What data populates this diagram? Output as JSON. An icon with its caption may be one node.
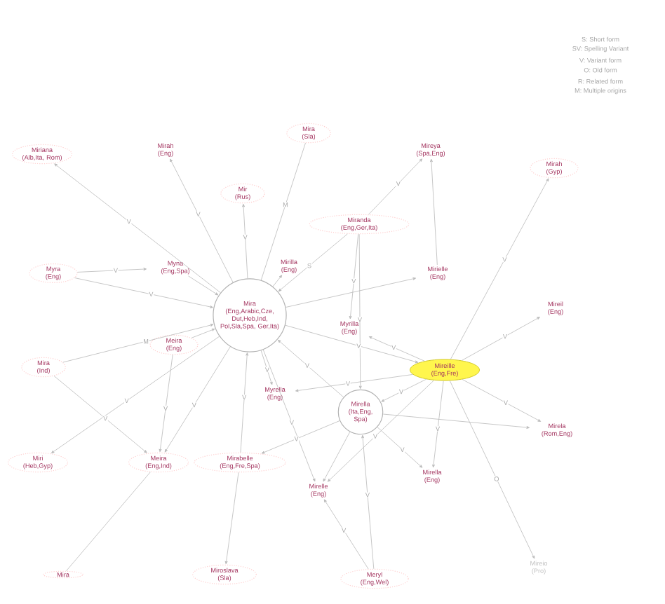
{
  "diagram": {
    "nodes": [
      {
        "text": [
          "Miriana",
          "(Alb,Ita, Rom)"
        ]
      },
      {
        "text": [
          "Mirah",
          "(Eng)"
        ]
      },
      {
        "text": [
          "Mira",
          "(Sla)"
        ]
      },
      {
        "text": [
          "Mir",
          "(Rus)"
        ]
      },
      {
        "text": [
          "Mireya",
          "(Spa,Eng)"
        ]
      },
      {
        "text": [
          "Mirah",
          "(Gyp)"
        ]
      },
      {
        "text": [
          "Miranda",
          "(Eng,Ger,Ita)"
        ]
      },
      {
        "text": [
          "Myra",
          "(Eng)"
        ]
      },
      {
        "text": [
          "Myna",
          "(Eng,Spa)"
        ]
      },
      {
        "text": [
          "Mirilla",
          "(Eng)"
        ]
      },
      {
        "text": [
          "Mirielle",
          "(Eng)"
        ]
      },
      {
        "text": [
          "Mira",
          "(Eng,Arabic,Cze, Dut,Heb,Ind, Pol,Sla,Spa, Ger,Ita)"
        ]
      },
      {
        "text": [
          "Mireil",
          "(Eng)"
        ]
      },
      {
        "text": [
          "Myrilla",
          "(Eng)"
        ]
      },
      {
        "text": [
          "Mira",
          "(Ind)"
        ]
      },
      {
        "text": [
          "Meira",
          "(Eng)"
        ]
      },
      {
        "text": [
          "Myrella",
          "(Eng)"
        ]
      },
      {
        "text": [
          "Mireille",
          "(Eng,Fre)"
        ]
      },
      {
        "text": [
          "Mirella",
          "(Ita,Eng, Spa)"
        ]
      },
      {
        "text": [
          "Mirela",
          "(Rom,Eng)"
        ]
      },
      {
        "text": [
          "Miri",
          "(Heb,Gyp)"
        ]
      },
      {
        "text": [
          "Meira",
          "(Eng,Ind)"
        ]
      },
      {
        "text": [
          "Mirabelle",
          "(Eng,Fre,Spa)"
        ]
      },
      {
        "text": [
          "Mirella",
          "(Eng)"
        ]
      },
      {
        "text": [
          "Mirelle",
          "(Eng)"
        ]
      },
      {
        "text": [
          "Mira"
        ]
      },
      {
        "text": [
          "Miroslava",
          "(Sla)"
        ]
      },
      {
        "text": [
          "Meryl",
          "(Eng,Wel)"
        ]
      },
      {
        "text": [
          "Mireio",
          "(Pro)"
        ]
      }
    ],
    "edges": [
      {
        "from": 11,
        "to": 0,
        "arrow": "to",
        "label": "V"
      },
      {
        "from": 11,
        "to": 1,
        "arrow": "to",
        "label": "V"
      },
      {
        "from": 11,
        "to": 3,
        "arrow": "to",
        "label": "V"
      },
      {
        "from": 11,
        "to": 2,
        "arrow": "none",
        "label": "M"
      },
      {
        "from": 7,
        "to": 8,
        "arrow": "to",
        "label": "V"
      },
      {
        "from": 7,
        "to": 11,
        "arrow": "to",
        "label": "V"
      },
      {
        "from": 8,
        "to": 11,
        "arrow": "to"
      },
      {
        "from": 11,
        "to": 9,
        "arrow": "to"
      },
      {
        "from": 6,
        "to": 4,
        "arrow": "to",
        "label": "V"
      },
      {
        "from": 10,
        "to": 4,
        "arrow": "to"
      },
      {
        "from": 17,
        "to": 5,
        "arrow": "to",
        "label": "V"
      },
      {
        "from": 6,
        "to": 11,
        "arrow": "to",
        "label": "S"
      },
      {
        "from": 6,
        "to": 18,
        "arrow": "to",
        "label": "V"
      },
      {
        "from": 11,
        "to": 10,
        "arrow": "to"
      },
      {
        "from": 17,
        "to": 12,
        "arrow": "to",
        "label": "V"
      },
      {
        "from": 14,
        "to": 11,
        "arrow": "to",
        "label": "M"
      },
      {
        "from": 14,
        "to": 21,
        "arrow": "to",
        "label": "V"
      },
      {
        "from": 15,
        "to": 11,
        "arrow": "to"
      },
      {
        "from": 15,
        "to": 21,
        "arrow": "to",
        "label": "V"
      },
      {
        "from": 11,
        "to": 20,
        "arrow": "to",
        "label": "V"
      },
      {
        "from": 11,
        "to": 21,
        "arrow": "to",
        "label": "V"
      },
      {
        "from": 22,
        "to": 11,
        "arrow": "to",
        "label": "V"
      },
      {
        "from": 22,
        "to": 26,
        "arrow": "to"
      },
      {
        "from": 21,
        "to": 25,
        "arrow": "none"
      },
      {
        "from": 11,
        "to": 16,
        "arrow": "to",
        "label": "V"
      },
      {
        "from": 11,
        "to": 17,
        "arrow": "to",
        "label": "V"
      },
      {
        "from": 11,
        "to": 24,
        "arrow": "to",
        "label": "V"
      },
      {
        "from": 17,
        "to": 13,
        "arrow": "to",
        "label": "V"
      },
      {
        "from": 17,
        "to": 16,
        "arrow": "to",
        "label": "V"
      },
      {
        "from": 17,
        "to": 18,
        "arrow": "to",
        "label": "V"
      },
      {
        "from": 17,
        "to": 19,
        "arrow": "to",
        "label": "V"
      },
      {
        "from": 17,
        "to": 23,
        "arrow": "to",
        "label": "V"
      },
      {
        "from": 17,
        "to": 24,
        "arrow": "to",
        "label": "V"
      },
      {
        "from": 17,
        "to": 28,
        "arrow": "to",
        "label": "O"
      },
      {
        "from": 18,
        "to": 19,
        "arrow": "to"
      },
      {
        "from": 18,
        "to": 24,
        "arrow": "to"
      },
      {
        "from": 18,
        "to": 22,
        "arrow": "to",
        "label": "V"
      },
      {
        "from": 18,
        "to": 11,
        "arrow": "to",
        "label": "V"
      },
      {
        "from": 18,
        "to": 23,
        "arrow": "to",
        "label": "V"
      },
      {
        "from": 27,
        "to": 24,
        "arrow": "to",
        "label": "V"
      },
      {
        "from": 27,
        "to": 18,
        "arrow": "to",
        "label": "V"
      },
      {
        "from": 6,
        "to": 13,
        "arrow": "to",
        "label": "V"
      }
    ],
    "labels": [
      "S: Short form",
      "SV: Spelling Variant",
      "V: Variant form",
      "O: Old form",
      "R: Related form",
      "M: Multiple origins"
    ]
  }
}
